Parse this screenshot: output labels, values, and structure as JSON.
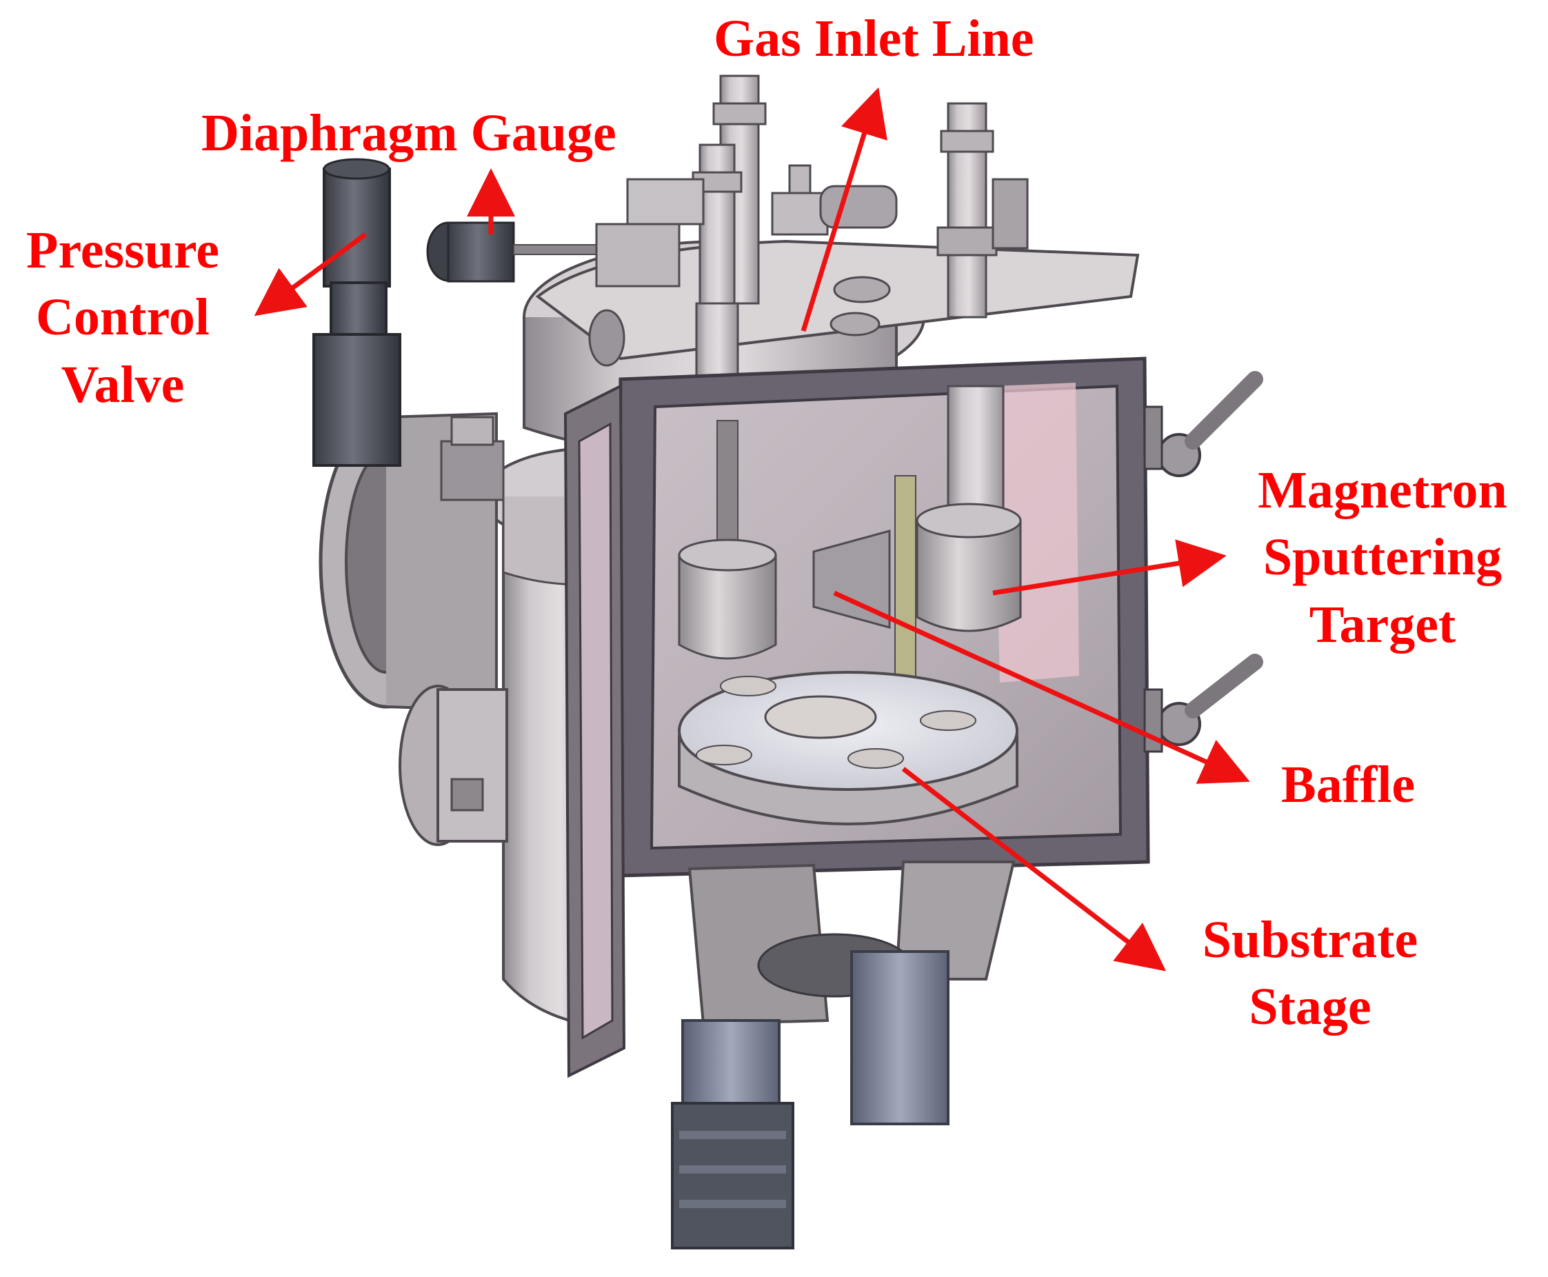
{
  "labels": {
    "gas_inlet": "Gas Inlet Line",
    "diaphragm": "Diaphragm Gauge",
    "pressure_control_valve": [
      "Pressure",
      "Control",
      "Valve"
    ],
    "magnetron_target": [
      "Magnetron",
      "Sputtering",
      "Target"
    ],
    "baffle": "Baffle",
    "substrate_stage": [
      "Substrate",
      "Stage"
    ]
  },
  "colors": {
    "label": "#ff0000",
    "arrow": "#ee1111",
    "metal_light": "#d6d2d4",
    "metal_mid": "#a9a3a7",
    "metal_dark": "#6f6a70",
    "frame": "#5e5863",
    "glass_pink": "#e8c9d2",
    "motor_blue": "#8b92a6"
  }
}
